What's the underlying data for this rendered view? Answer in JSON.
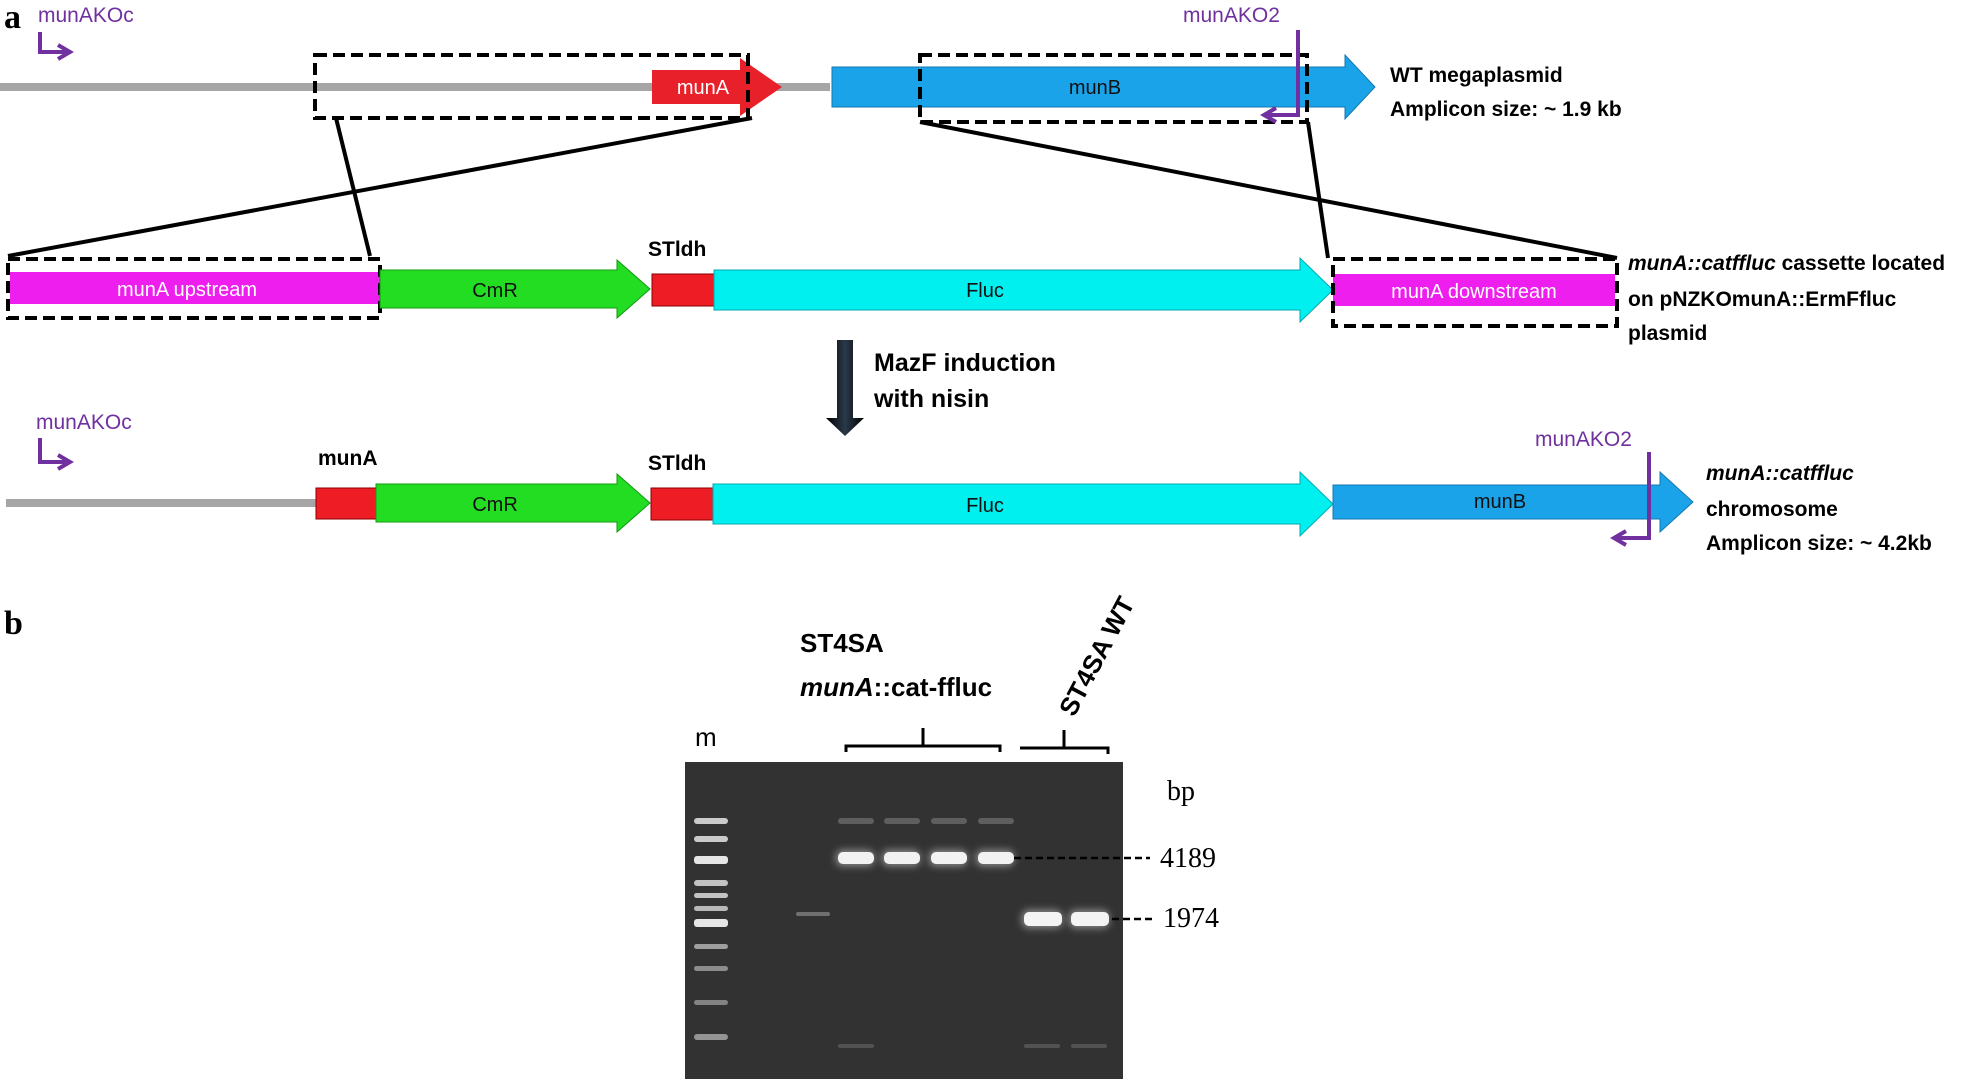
{
  "panel_labels": {
    "a": "a",
    "b": "b"
  },
  "colors": {
    "backbone": "#a6a6a6",
    "munA": "#e8202a",
    "munB": "#1aa3e8",
    "munA_flank": "#ee1fee",
    "cmR": "#22dd22",
    "stldh": "#ee1c24",
    "fluc": "#00f0f0",
    "primer": "#7030a0",
    "arrow_dark": "#0d1b2a",
    "gel_bg": "#2e2e2e"
  },
  "top_row": {
    "primer_fwd": "munAKOc",
    "primer_rev": "munAKO2",
    "munA": "munA",
    "munB": "munB",
    "desc_line1": "WT megaplasmid",
    "desc_line2": "Amplicon size: ~ 1.9 kb"
  },
  "middle_row": {
    "munA_upstream": "munA upstream",
    "cmR": "CmR",
    "stldh_label": "STldh",
    "fluc": "Fluc",
    "munA_downstream": "munA downstream",
    "desc_line1_italic": "munA::catffluc",
    "desc_line1_rest": " cassette located",
    "desc_line2": "on pNZKOmunA::ErmFfluc",
    "desc_line3": "plasmid"
  },
  "induction": {
    "line1": "MazF induction",
    "line2": "with nisin"
  },
  "bottom_row": {
    "primer_fwd": "munAKOc",
    "primer_rev": "munAKO2",
    "munA_label": "munA",
    "cmR": "CmR",
    "stldh_label": "STldh",
    "fluc": "Fluc",
    "munB": "munB",
    "desc_line1_italic": "munA::catffluc",
    "desc_line2": "chromosome",
    "desc_line3": "Amplicon size: ~ 4.2kb"
  },
  "gel": {
    "group1_line1": "ST4SA",
    "group1_line2_italic": "munA",
    "group1_line2_rest": "::cat-ffluc",
    "group2": "ST4SA WT",
    "marker_lane": "m",
    "unit": "bp",
    "band_high": "4189",
    "band_low": "1974"
  }
}
